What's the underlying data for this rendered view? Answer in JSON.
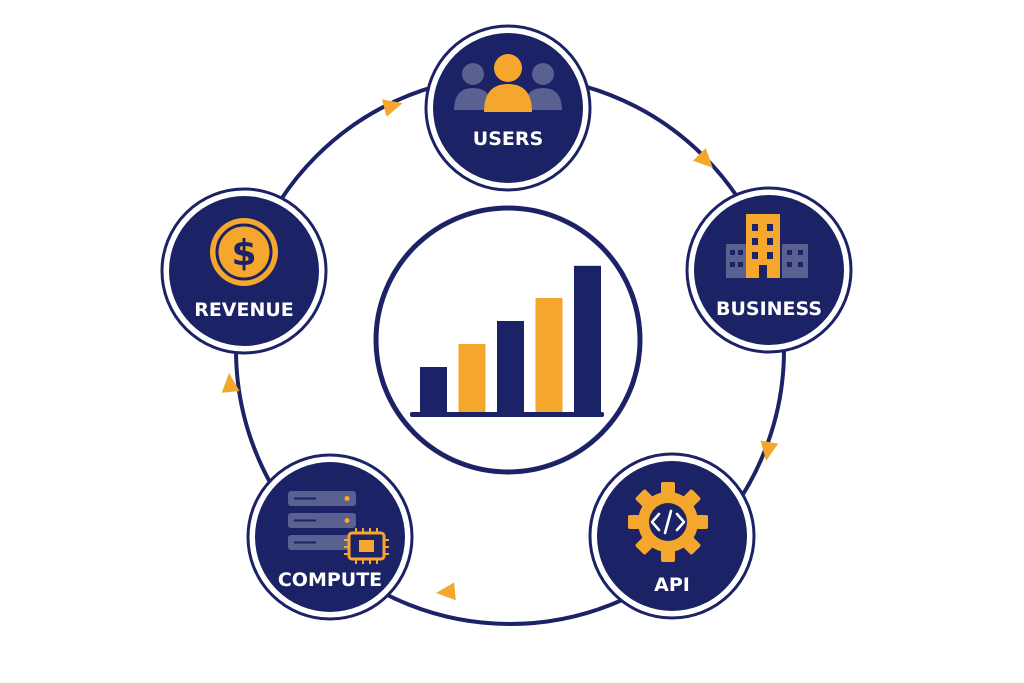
{
  "diagram": {
    "colors": {
      "navy": "#1c2266",
      "gold": "#f4a72c",
      "muted": "#5a6090",
      "background": "#ffffff"
    },
    "center": {
      "icon": "bar-chart-icon",
      "bars": [
        {
          "value": 1,
          "color": "navy"
        },
        {
          "value": 1.5,
          "color": "gold"
        },
        {
          "value": 2,
          "color": "navy"
        },
        {
          "value": 2.5,
          "color": "gold"
        },
        {
          "value": 3.2,
          "color": "navy"
        }
      ]
    },
    "nodes": [
      {
        "id": "users",
        "label": "USERS",
        "icon": "users-icon"
      },
      {
        "id": "business",
        "label": "BUSINESS",
        "icon": "buildings-icon"
      },
      {
        "id": "api",
        "label": "API",
        "icon": "code-gear-icon"
      },
      {
        "id": "compute",
        "label": "COMPUTE",
        "icon": "server-chip-icon"
      },
      {
        "id": "revenue",
        "label": "REVENUE",
        "icon": "dollar-coin-icon"
      }
    ],
    "flow_direction": "clockwise",
    "arrows": [
      {
        "from": "revenue",
        "to": "users"
      },
      {
        "from": "users",
        "to": "business"
      },
      {
        "from": "business",
        "to": "api"
      },
      {
        "from": "api",
        "to": "compute"
      },
      {
        "from": "compute",
        "to": "revenue"
      }
    ]
  }
}
